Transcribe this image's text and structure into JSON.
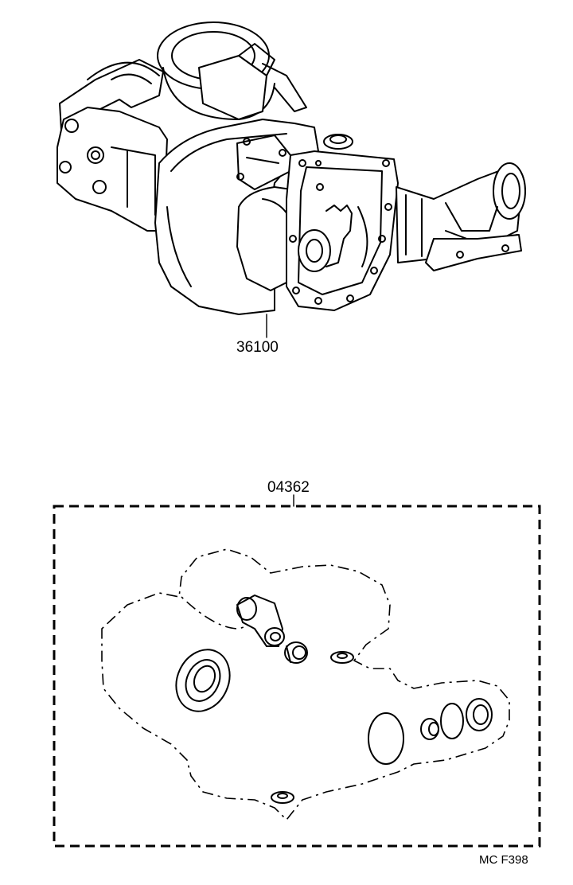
{
  "parts": {
    "assembly_label": "36100",
    "gasket_kit_label": "04362"
  },
  "drawing_code": "MC F398"
}
